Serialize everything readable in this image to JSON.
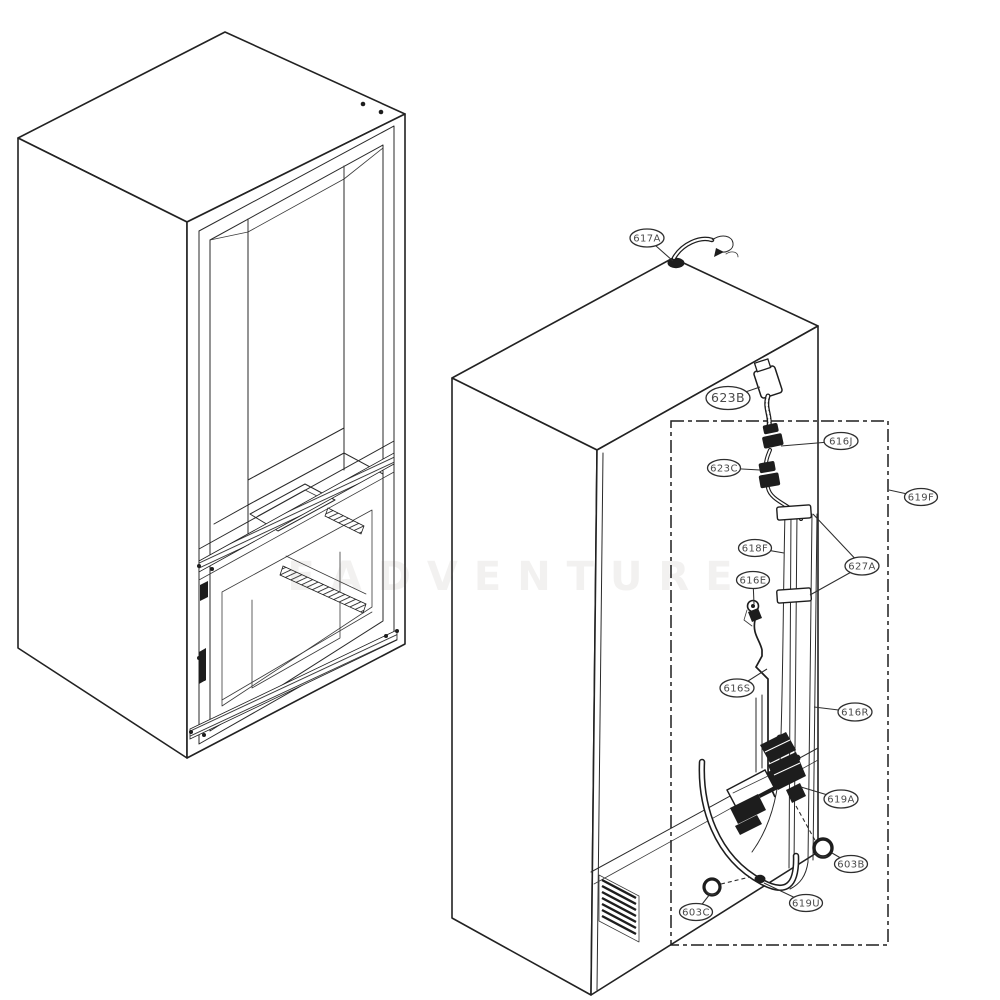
{
  "diagram": {
    "watermark": "EADVENTURE",
    "callouts": [
      {
        "label": "617A"
      },
      {
        "label": "623B"
      },
      {
        "label": "616J"
      },
      {
        "label": "623C"
      },
      {
        "label": "619F"
      },
      {
        "label": "618F"
      },
      {
        "label": "627A"
      },
      {
        "label": "616E"
      },
      {
        "label": "616S"
      },
      {
        "label": "616R"
      },
      {
        "label": "619A"
      },
      {
        "label": "603B"
      },
      {
        "label": "603C"
      },
      {
        "label": "619U"
      }
    ],
    "colors": {
      "line": "#222222",
      "background": "#ffffff",
      "callout_text": "#4a4a4a",
      "watermark": "#e9e6e2"
    }
  }
}
